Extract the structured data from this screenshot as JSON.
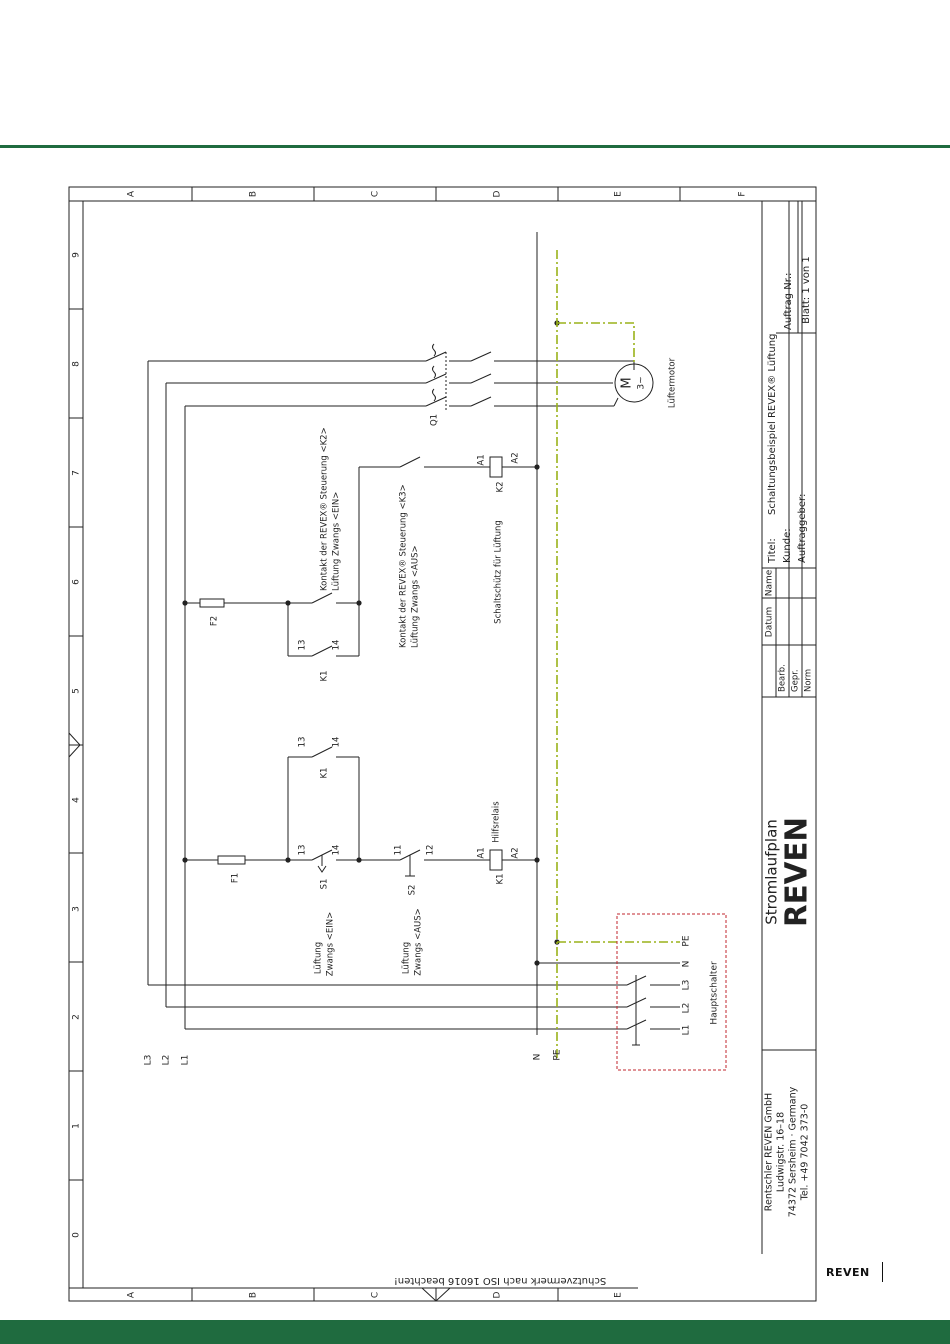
{
  "colors": {
    "brand_green": "#1f6b3f",
    "line": "#222222",
    "pe_line": "#9ab21a",
    "dashed_box": "#c0262d"
  },
  "grid": {
    "letters": [
      "A",
      "B",
      "C",
      "D",
      "E",
      "F"
    ],
    "numbers": [
      "0",
      "1",
      "2",
      "3",
      "4",
      "5",
      "6",
      "7",
      "8",
      "9"
    ]
  },
  "rails": {
    "l1": "L1",
    "l2": "L2",
    "l3": "L3",
    "n": "N",
    "pe": "PE"
  },
  "main_switch": {
    "label": "Hauptschalter",
    "t_l1": "L1",
    "t_l2": "L2",
    "t_l3": "L3",
    "t_n": "N",
    "t_pe": "PE"
  },
  "components": {
    "f1": "F1",
    "f2": "F2",
    "s1": {
      "tag": "S1",
      "t13": "13",
      "t14": "14",
      "desc_1": "Lüftung",
      "desc_2": "Zwangs <EIN>"
    },
    "s2": {
      "tag": "S2",
      "t11": "11",
      "t12": "12",
      "desc_1": "Lüftung",
      "desc_2": "Zwangs <AUS>"
    },
    "k1_coil": {
      "tag": "K1",
      "a1": "A1",
      "a2": "A2",
      "desc": "Hilfsrelais"
    },
    "k1_hold": {
      "tag": "K1",
      "t13": "13",
      "t14": "14"
    },
    "k1_c2": {
      "tag": "K1",
      "t13": "13",
      "t14": "14"
    },
    "k2_contact": {
      "desc_1": "Kontakt der REVEX® Steuerung <K2>",
      "desc_2": "Lüftung Zwangs <EIN>"
    },
    "k3_contact": {
      "desc_1": "Kontakt der REVEX® Steuerung <K3>",
      "desc_2": "Lüftung Zwangs <AUS>"
    },
    "k2_coil": {
      "tag": "K2",
      "a1": "A1",
      "a2": "A2",
      "desc": "Schaltschütz für Lüftung"
    },
    "q1": "Q1",
    "motor": {
      "symbol": "M",
      "phase": "3~",
      "desc": "Lüftermotor"
    }
  },
  "title_block": {
    "plan_title": "Stromlaufplan",
    "brand": "REVEN",
    "company_1": "Rentschler REVEN GmbH",
    "company_2": "Ludwigstr. 16–18",
    "company_3": "74372 Sersheim · Germany",
    "company_4": "Tel. +49 7042 373-0",
    "hdr_datum": "Datum",
    "hdr_name": "Name",
    "row_bearb": "Bearb.",
    "row_gepr": "Gepr.",
    "row_norm": "Norm",
    "titel": "Titel:",
    "titel_value": "Schaltungsbeispiel REVEX® Lüftung",
    "kunde": "Kunde:",
    "auftraggeber": "Auftraggeber:",
    "auftrag_nr": "Auftrag Nr.:",
    "blatt": "Blatt: 1 von 1"
  },
  "note": "Schutzvermerk nach ISO 16016 beachten!",
  "footer": {
    "logo": "REVEN"
  }
}
